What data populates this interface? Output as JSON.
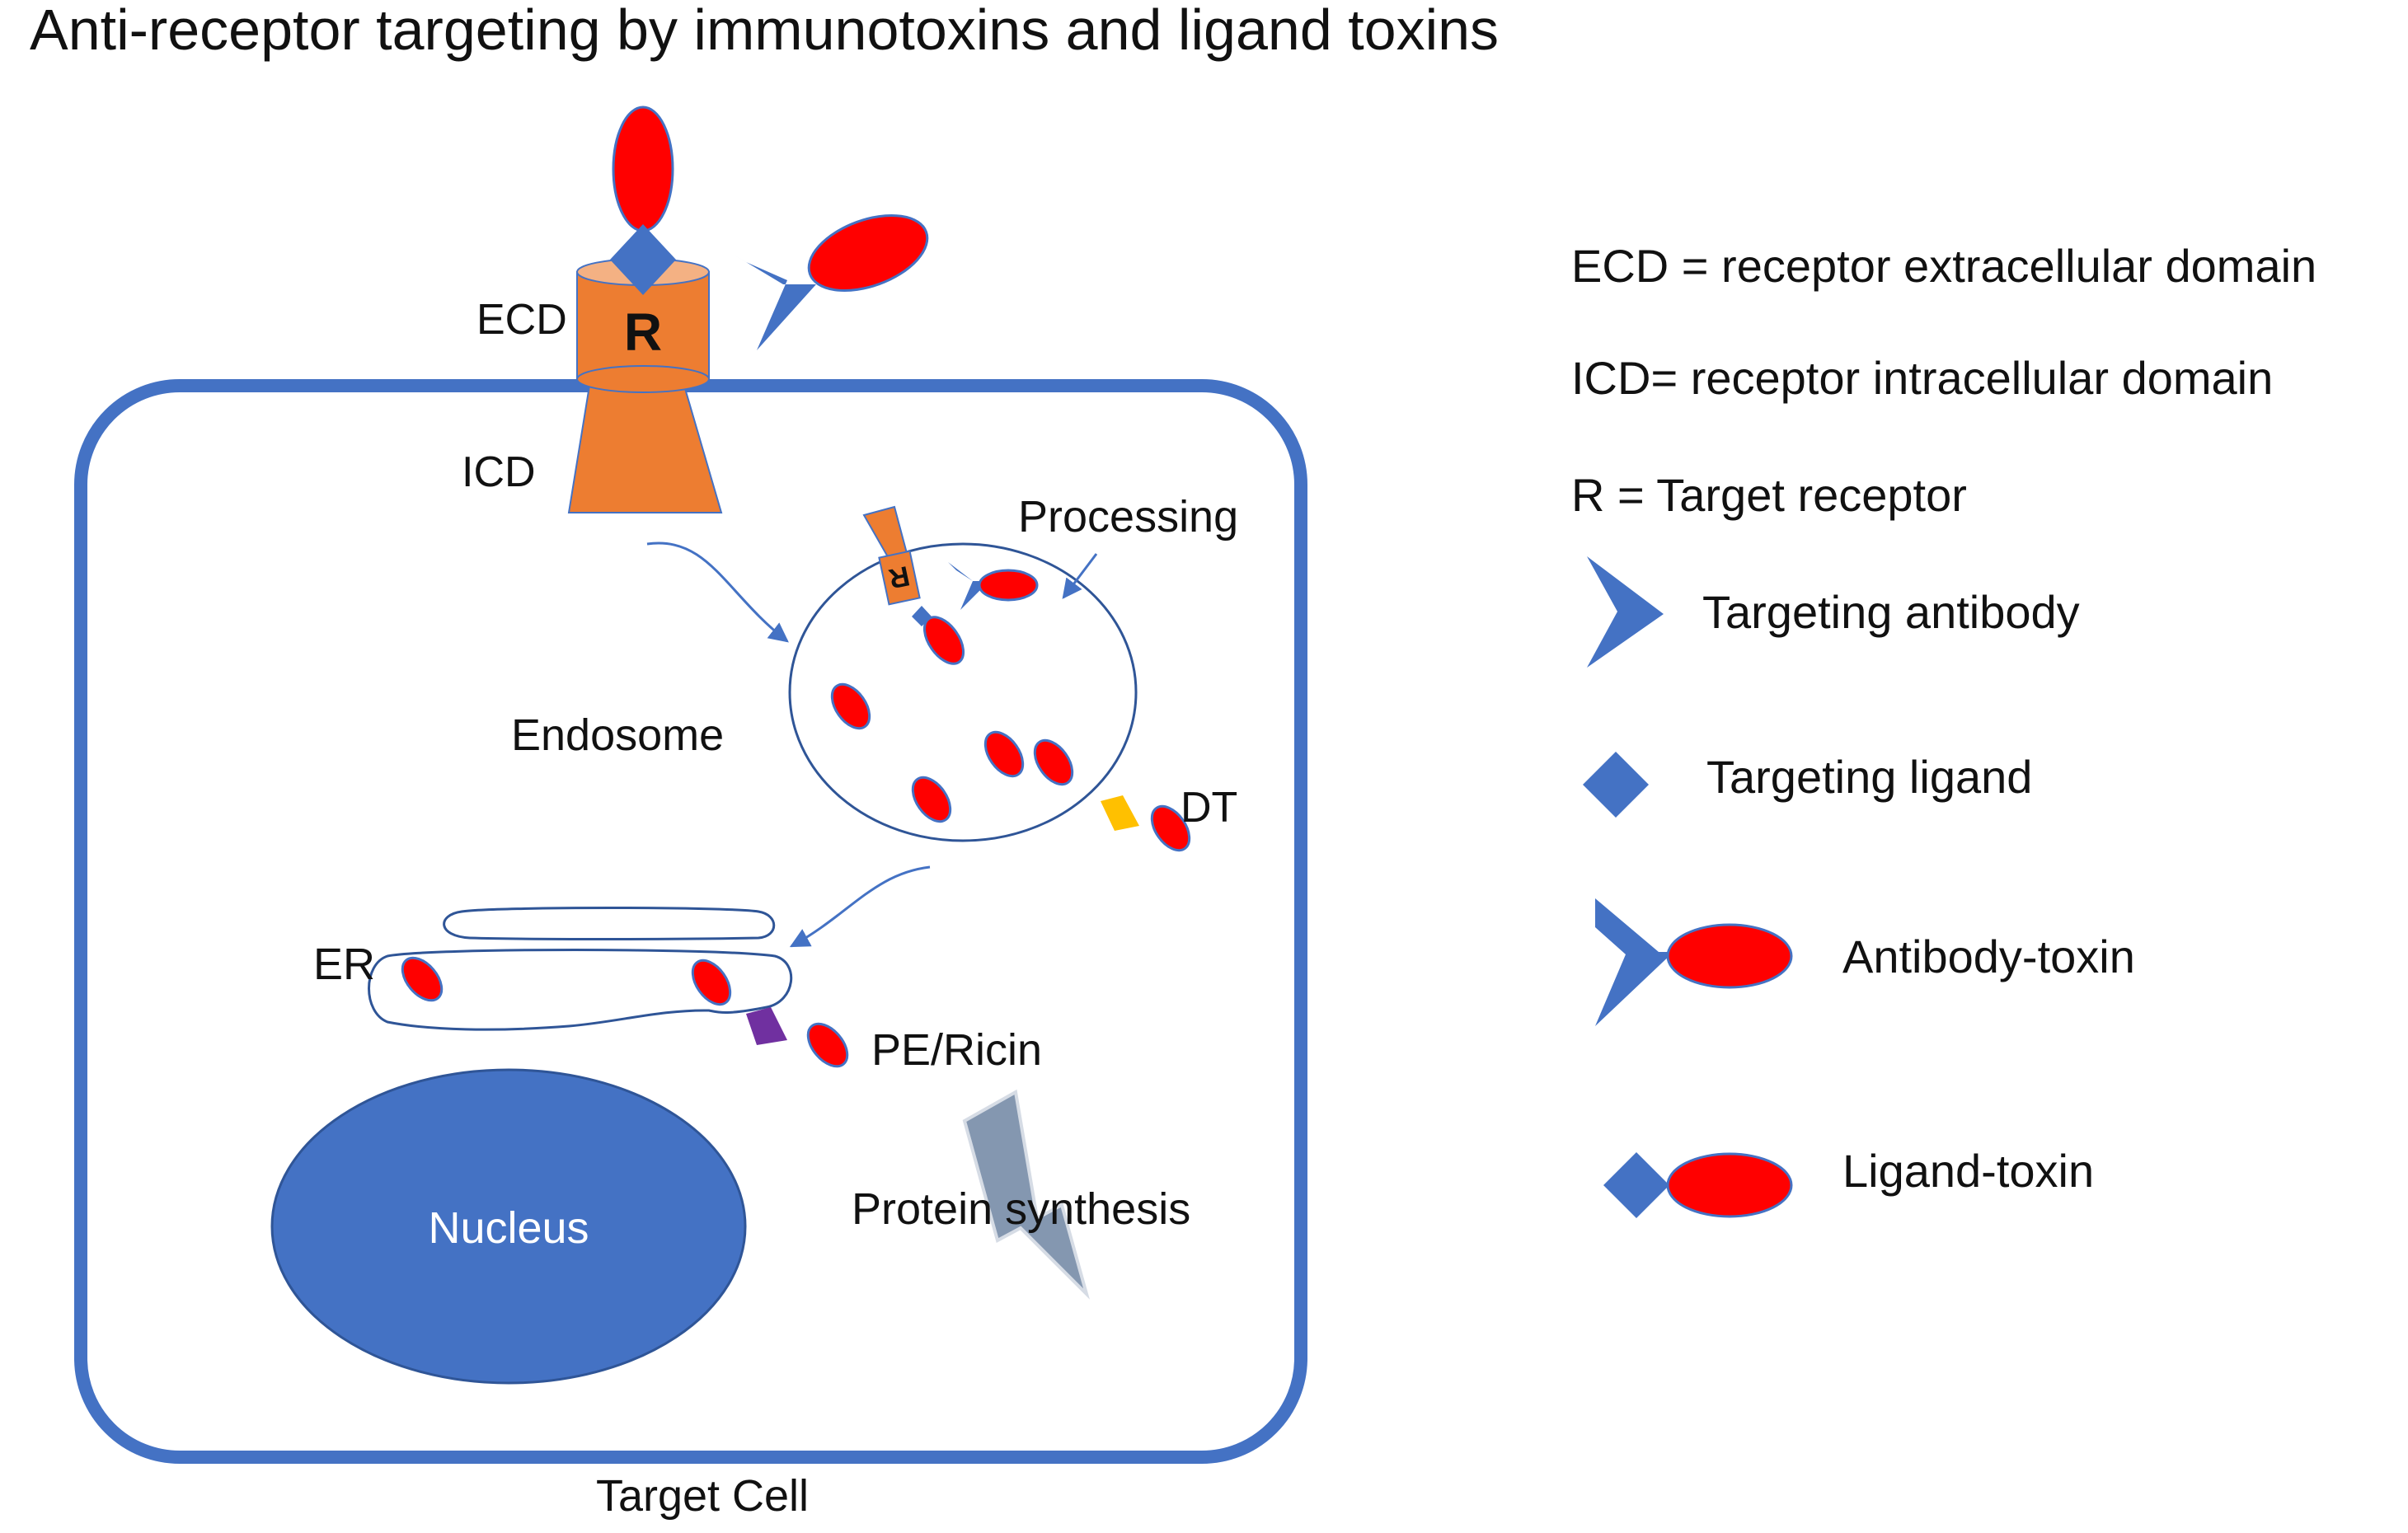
{
  "title": "Anti-receptor targeting by immunotoxins and ligand toxins",
  "colors": {
    "cell_outline": "#4472c4",
    "blue_shape": "#4472c4",
    "toxin_red": "#ff0000",
    "receptor_orange": "#ed7d31",
    "receptor_top": "#f4b183",
    "nucleus_fill": "#4472c4",
    "dt_arrow": "#ffc000",
    "pe_arrow": "#7030a0",
    "lightning": "#8497b0"
  },
  "icons": {
    "targeting_antibody": "y-shaped-antibody",
    "targeting_ligand": "diamond",
    "toxin": "red-ellipse",
    "receptor": "cylinder-with-funnel",
    "protein_synthesis_block": "lightning-bolt"
  },
  "diagram": {
    "receptor_letter": "R",
    "ecd_label": "ECD",
    "icd_label": "ICD",
    "processing_label": "Processing",
    "endosome_label": "Endosome",
    "dt_label": "DT",
    "er_label": "ER",
    "pe_ricin_label": "PE/Ricin",
    "nucleus_label": "Nucleus",
    "protein_synthesis_label": "Protein synthesis",
    "target_cell_label": "Target Cell"
  },
  "legend": {
    "ecd_def": "ECD = receptor extracellular domain",
    "icd_def": "ICD= receptor intracellular domain",
    "r_def": "R = Target receptor",
    "targeting_antibody": "Targeting antibody",
    "targeting_ligand": "Targeting ligand",
    "antibody_toxin": "Antibody-toxin",
    "ligand_toxin": "Ligand-toxin"
  }
}
